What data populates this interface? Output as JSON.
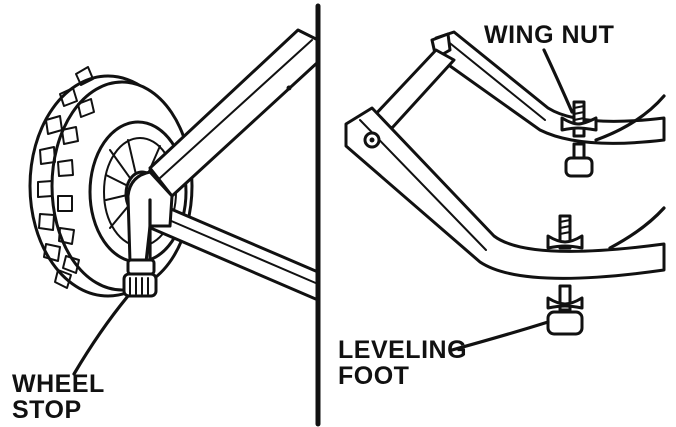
{
  "labels": {
    "wing_nut": "WING NUT",
    "wheel_stop_line1": "WHEEL",
    "wheel_stop_line2": "STOP",
    "leveling_foot_line1": "LEVELING",
    "leveling_foot_line2": "FOOT"
  },
  "colors": {
    "ink": "#111111",
    "paper": "#ffffff"
  }
}
